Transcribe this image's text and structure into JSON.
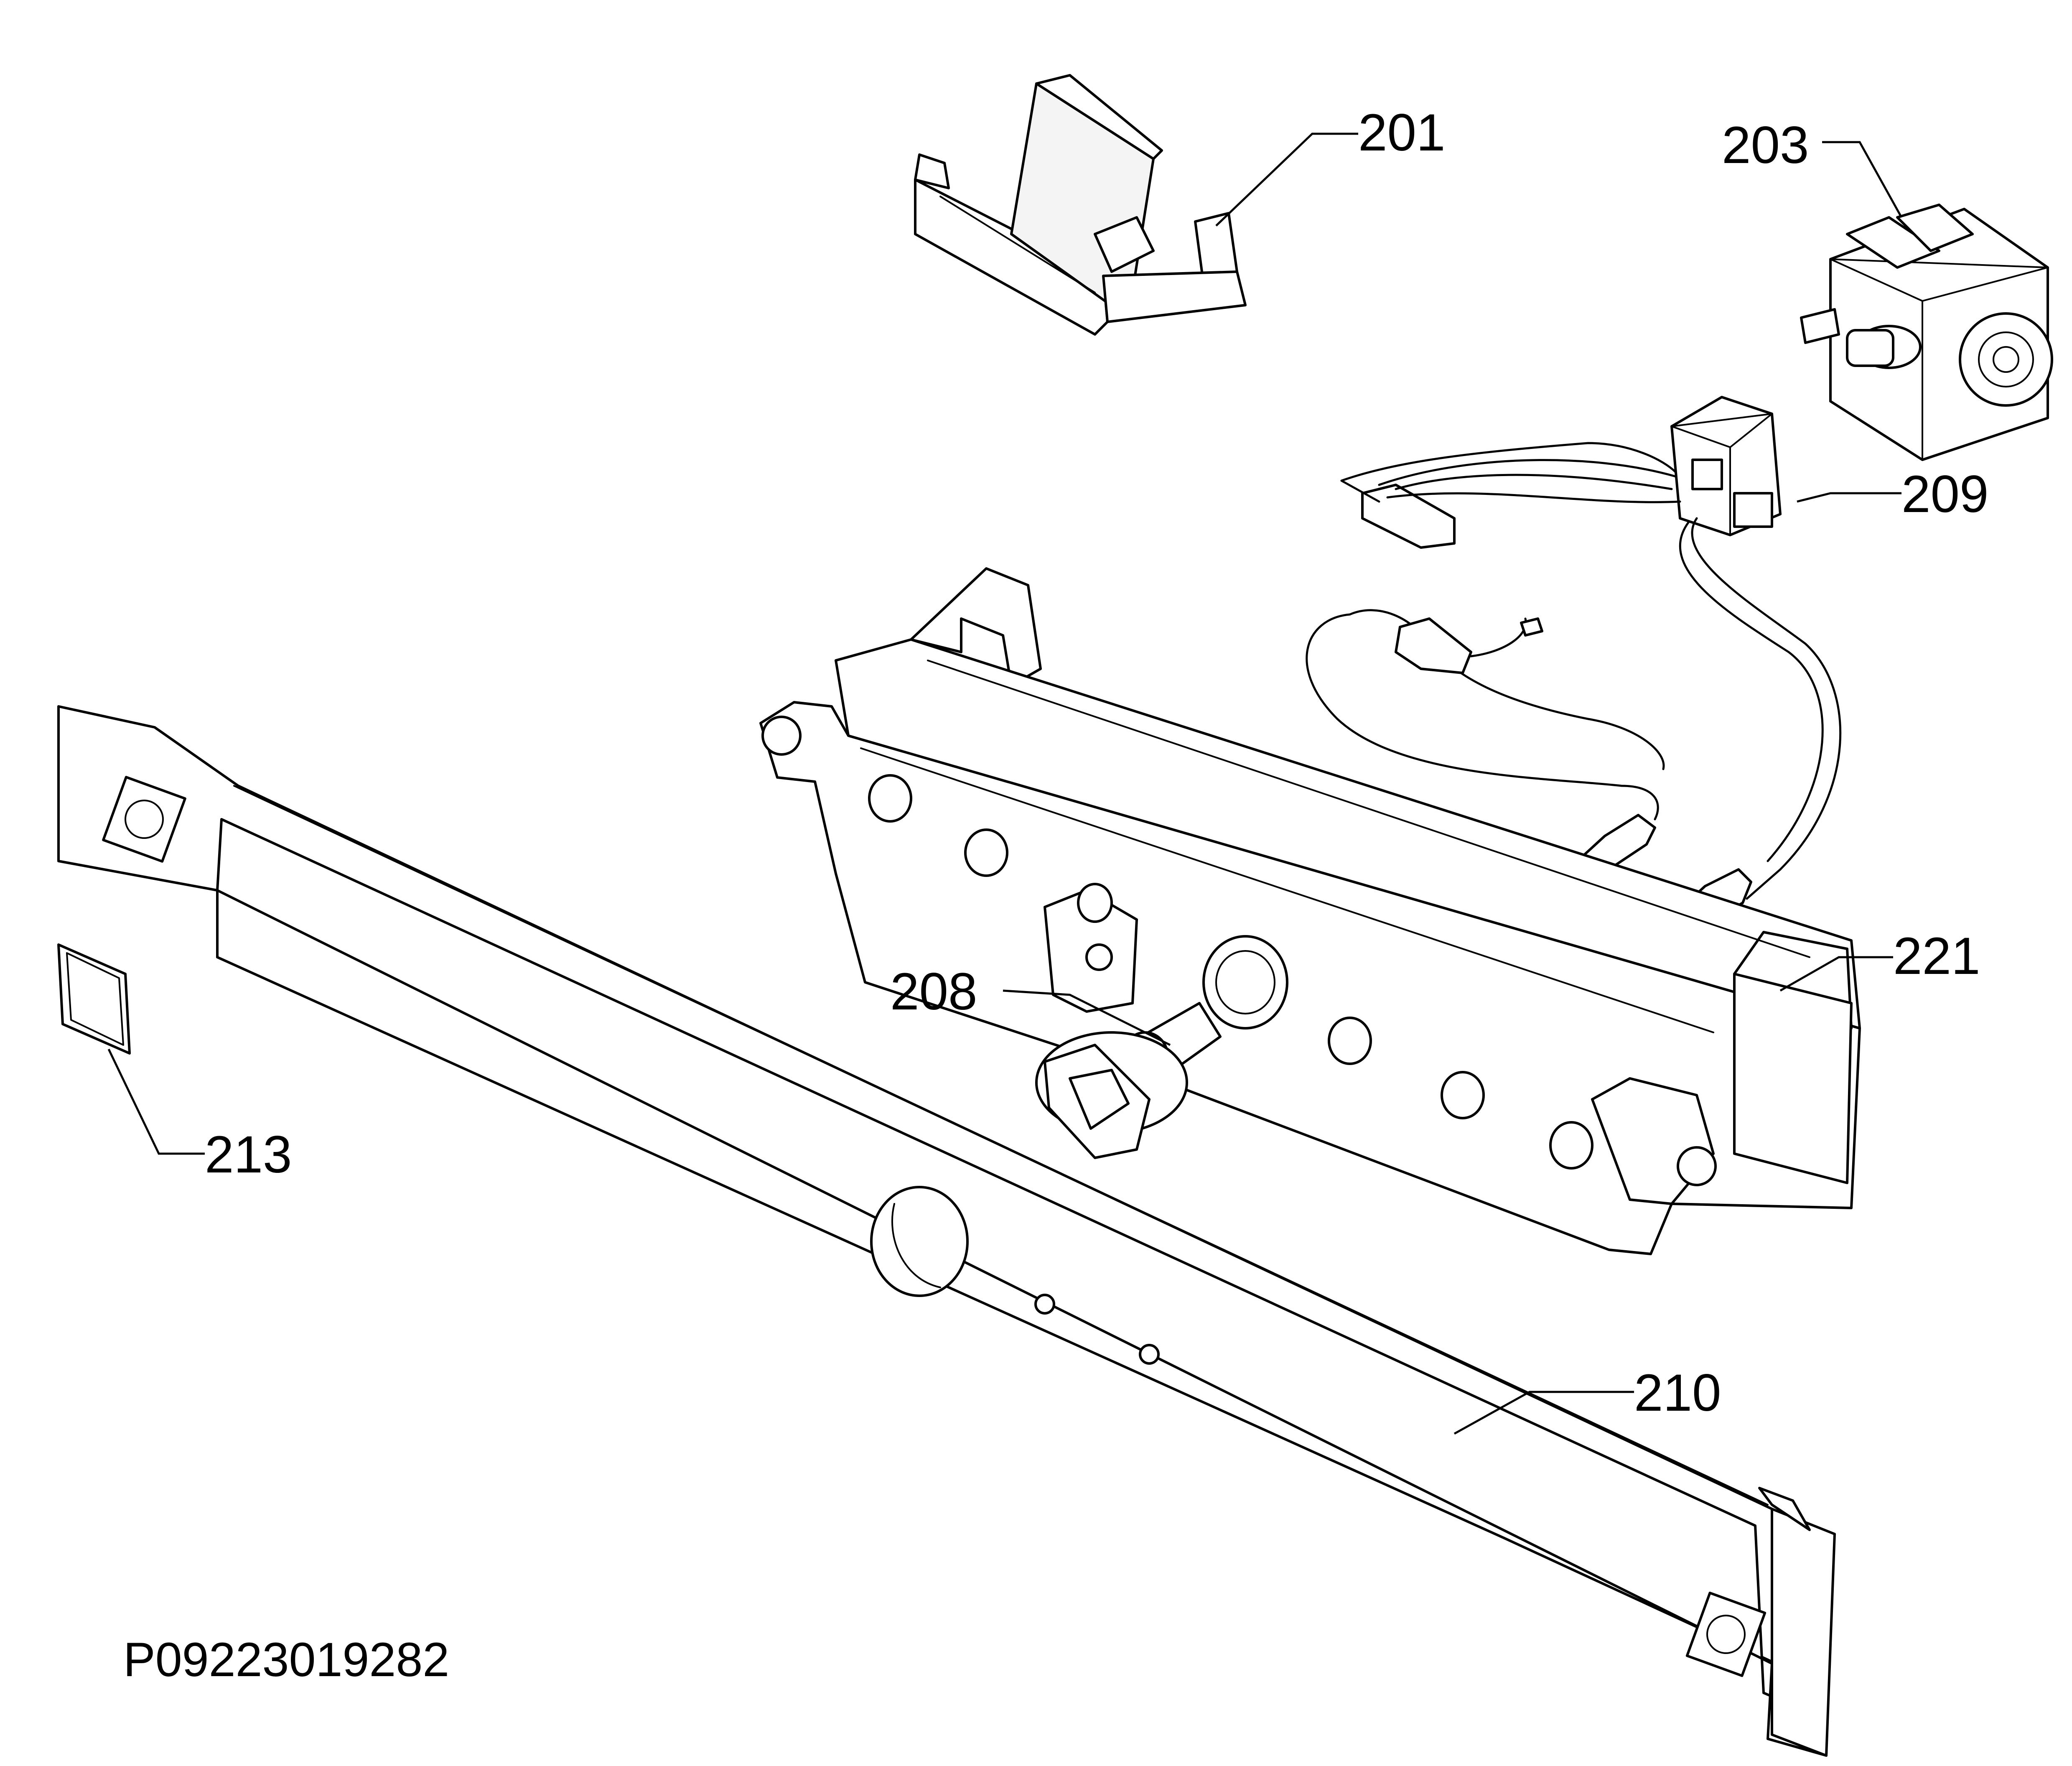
{
  "callouts": {
    "p201": "201",
    "p203": "203",
    "p209": "209",
    "p221": "221",
    "p208": "208",
    "p213": "213",
    "p210": "210"
  },
  "drawing_code": "P09223019282",
  "colors": {
    "line": "#000000",
    "background": "#ffffff"
  }
}
